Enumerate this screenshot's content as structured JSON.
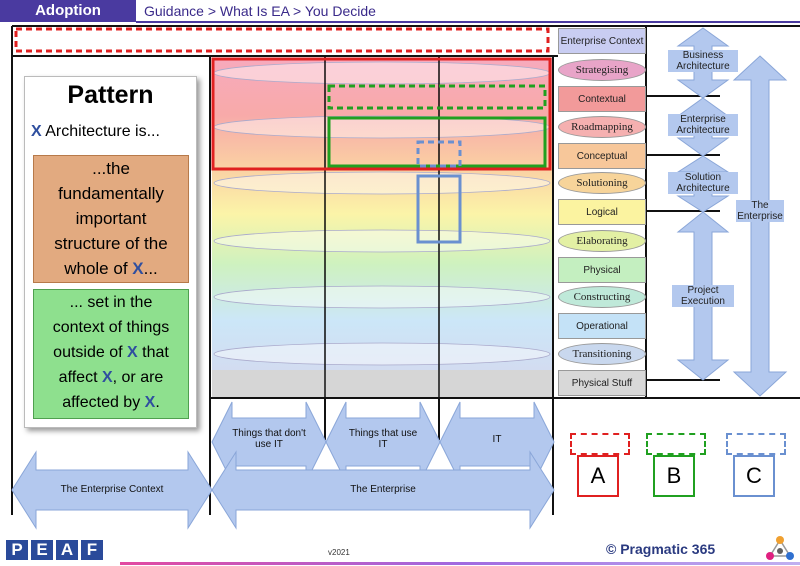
{
  "header": {
    "tab": "Adoption",
    "breadcrumb": "Guidance > What Is EA > You Decide"
  },
  "pattern": {
    "title": "Pattern",
    "subtitle_x": "X",
    "subtitle_rest": " Architecture is...",
    "box1": {
      "line1": "...the",
      "line2": "fundamentally",
      "line3": "important",
      "line4": "structure of the",
      "line5_pre": "whole of ",
      "x": "X",
      "line5_post": "..."
    },
    "box2": {
      "line1": "... set in the",
      "line2": "context of things",
      "line3_pre": "outside of ",
      "line3_x": "X",
      "line3_post": " that",
      "line4_pre": "affect ",
      "line4_x": "X",
      "line4_post": ", or are",
      "line5_pre": "affected by ",
      "line5_x": "X",
      "line5_post": "."
    }
  },
  "levels": [
    {
      "label": "Enterprise Context",
      "shape": "rect",
      "color": "#c9cdf2"
    },
    {
      "label": "Strategising",
      "shape": "oval",
      "color": "#e8a4c8"
    },
    {
      "label": "Contextual",
      "shape": "rect",
      "color": "#f29a9a"
    },
    {
      "label": "Roadmapping",
      "shape": "oval",
      "color": "#f5b0b0"
    },
    {
      "label": "Conceptual",
      "shape": "rect",
      "color": "#f7c79a"
    },
    {
      "label": "Solutioning",
      "shape": "oval",
      "color": "#f7d49a"
    },
    {
      "label": "Logical",
      "shape": "rect",
      "color": "#fbf3a0"
    },
    {
      "label": "Elaborating",
      "shape": "oval",
      "color": "#e3f0a4"
    },
    {
      "label": "Physical",
      "shape": "rect",
      "color": "#c4efc0"
    },
    {
      "label": "Constructing",
      "shape": "oval",
      "color": "#bfe9d9"
    },
    {
      "label": "Operational",
      "shape": "rect",
      "color": "#c4e2f7"
    },
    {
      "label": "Transitioning",
      "shape": "oval",
      "color": "#c9d8ee"
    },
    {
      "label": "Physical Stuff",
      "shape": "rect",
      "color": "#d8d8d8"
    }
  ],
  "arch_labels": {
    "business": "Business Architecture",
    "enterprise": "Enterprise Architecture",
    "solution": "Solution Architecture",
    "project": "Project Execution",
    "the_enterprise": "The Enterprise"
  },
  "columns": {
    "col1": "Things that don't use IT",
    "col2": "Things that use IT",
    "col3": "IT"
  },
  "bottom": {
    "context": "The Enterprise Context",
    "enterprise": "The Enterprise"
  },
  "legend": [
    {
      "letter": "A",
      "color": "#e02020"
    },
    {
      "letter": "B",
      "color": "#20a020"
    },
    {
      "letter": "C",
      "color": "#6a90d0"
    }
  ],
  "footer": {
    "logo": "PEAF",
    "version": "v2021",
    "copyright": "© Pragmatic 365"
  }
}
